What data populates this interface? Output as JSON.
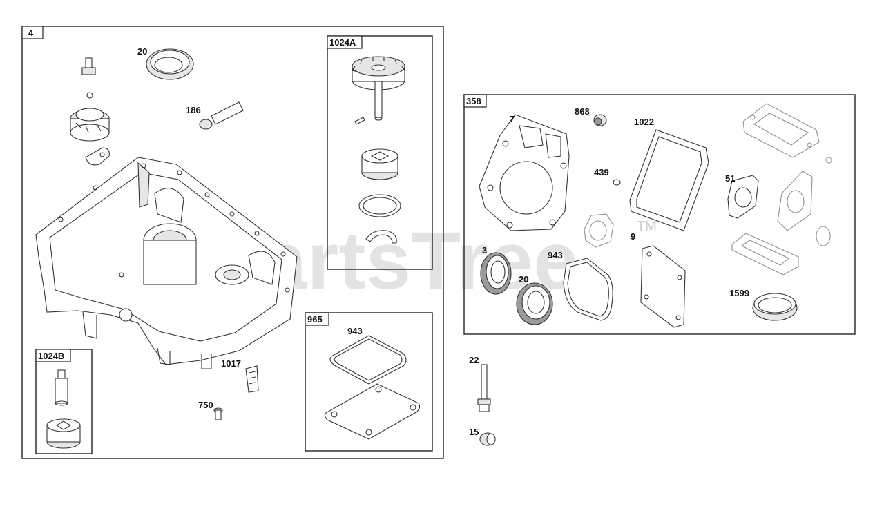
{
  "watermark": {
    "text": "PartsTree",
    "trademark": "TM"
  },
  "groups": [
    {
      "id": "g4",
      "label": "4"
    },
    {
      "id": "g1024a",
      "label": "1024A"
    },
    {
      "id": "g1024b",
      "label": "1024B"
    },
    {
      "id": "g965",
      "label": "965"
    },
    {
      "id": "g358",
      "label": "358"
    }
  ],
  "callouts": {
    "c20_top": "20",
    "c186": "186",
    "c1017": "1017",
    "c750": "750",
    "c943_965": "943",
    "c7": "7",
    "c868": "868",
    "c1022": "1022",
    "c439": "439",
    "c51": "51",
    "c3": "3",
    "c943_358": "943",
    "c9": "9",
    "c20_358": "20",
    "c1599": "1599",
    "c22": "22",
    "c15": "15"
  }
}
